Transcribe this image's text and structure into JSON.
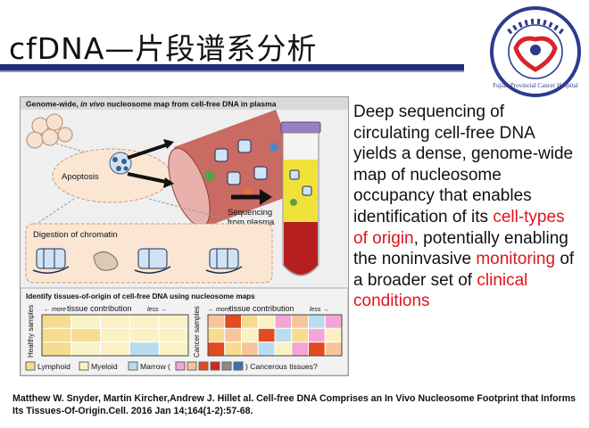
{
  "slide": {
    "title": "cfDNA—片段谱系分析",
    "logo": {
      "icon": "hospital-seal-icon",
      "text": "Fujian Provincial Cancer Hospital",
      "ring_color": "#2c3b8c",
      "mark_color": "#d8242b"
    },
    "paragraph": {
      "p1": "Deep sequencing of circulating cell-free DNA yields a dense, genome-wide map of nucleosome occupancy that enables identification of its ",
      "h1": "cell-types of origin",
      "p2": ", potentially enabling the noninvasive ",
      "h2": "monitoring",
      "p3": " of a broader set of ",
      "h3": "clinical conditions"
    },
    "citation": "Matthew W. Snyder, Martin Kircher,Andrew J. Hillet al. Cell-free DNA Comprises an In Vivo Nucleosome Footprint that Informs Its Tissues-Of-Origin.Cell. 2016 Jan 14;164(1-2):57-68."
  },
  "figure": {
    "header_pre": "Genome-wide, ",
    "header_italic": "in vivo",
    "header_post": " nucleosome map from cell-free DNA in plasma",
    "apoptosis": "Apoptosis",
    "sequencing_line1": "Sequencing",
    "sequencing_line2": "from plasma",
    "digestion": "Digestion of chromatin",
    "identify": "Identify tissues-of-origin of cell-free DNA using nucleosome maps",
    "more": "← more",
    "tissue_contribution": "tissue contribution",
    "less": "less →",
    "healthy_label": "Healthy samples",
    "cancer_label": "Cancer samples",
    "legend": {
      "lymphoid": "Lymphoid",
      "myeloid": "Myeloid",
      "marrow": "Marrow (",
      "cancerous": ") Cancerous tissues?"
    },
    "colors": {
      "lymphoid": "#f6dc8f",
      "myeloid": "#faf2c4",
      "marrow": "#b9dcef",
      "cancer": [
        "#f3a6d6",
        "#f6c59a",
        "#e24a1f",
        "#d8241b",
        "#8a8a8a",
        "#3c6fb7"
      ],
      "vessel": "#c96a63",
      "tube_liquid": "#f1e23a",
      "tube_blood": "#b41e1e"
    },
    "healthy_rows": [
      [
        "#f6dc8f",
        "#faf2c4",
        "#faf2c4",
        "#faf2c4",
        "#faf2c4"
      ],
      [
        "#f6dc8f",
        "#f6dc8f",
        "#faf2c4",
        "#faf2c4",
        "#faf2c4"
      ],
      [
        "#f6dc8f",
        "#faf2c4",
        "#faf2c4",
        "#b9dcef",
        "#faf2c4"
      ]
    ],
    "cancer_rows": [
      [
        "#f6c59a",
        "#e24a1f",
        "#f6dc8f",
        "#faf2c4",
        "#f3a6d6",
        "#f6c59a",
        "#b9dcef",
        "#f3a6d6"
      ],
      [
        "#f6dc8f",
        "#f6c59a",
        "#faf2c4",
        "#e24a1f",
        "#b9dcef",
        "#f6dc8f",
        "#f3a6d6",
        "#faf2c4"
      ],
      [
        "#e24a1f",
        "#f6dc8f",
        "#f6c59a",
        "#b9dcef",
        "#faf2c4",
        "#f3a6d6",
        "#e24a1f",
        "#f6c59a"
      ]
    ]
  }
}
